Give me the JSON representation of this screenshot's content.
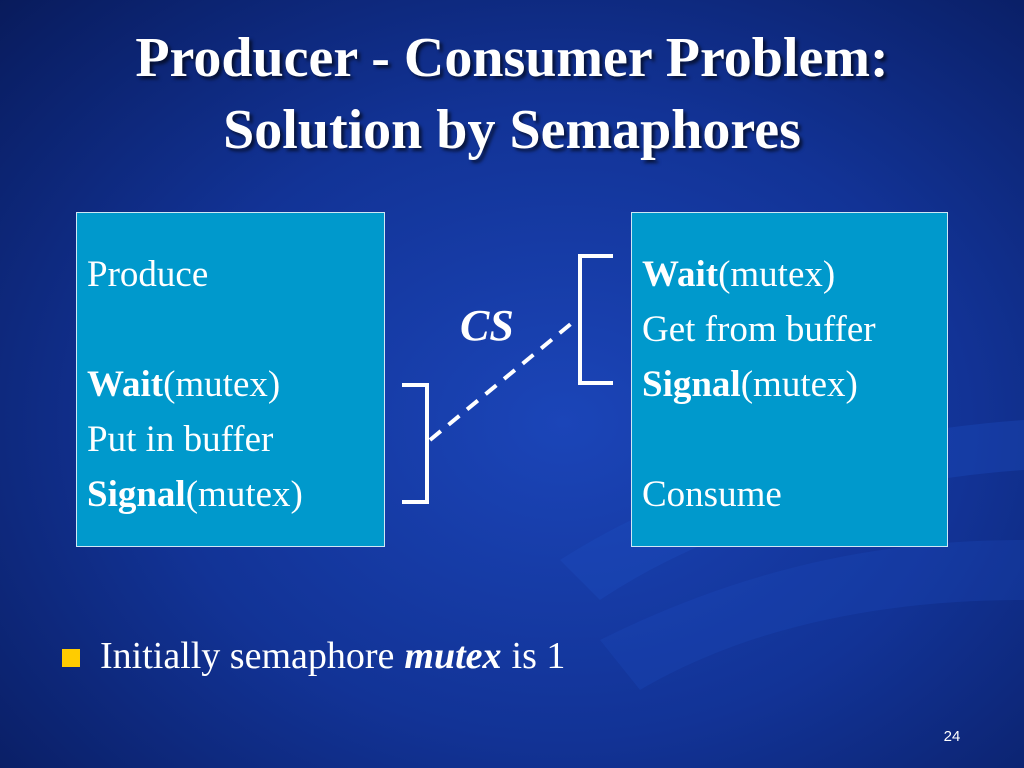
{
  "title": {
    "line1": "Producer - Consumer Problem:",
    "line2": "Solution by Semaphores"
  },
  "producer_box": {
    "lines": [
      {
        "bold": "",
        "normal": "Produce"
      },
      {
        "bold": "",
        "normal": ""
      },
      {
        "bold": "Wait",
        "normal": "(mutex)"
      },
      {
        "bold": "",
        "normal": "Put in buffer"
      },
      {
        "bold": "Signal",
        "normal": "(mutex)"
      }
    ]
  },
  "consumer_box": {
    "lines": [
      {
        "bold": "Wait",
        "normal": "(mutex)"
      },
      {
        "bold": "",
        "normal": "Get from buffer"
      },
      {
        "bold": "Signal",
        "normal": "(mutex)"
      },
      {
        "bold": "",
        "normal": ""
      },
      {
        "bold": "",
        "normal": "Consume"
      }
    ]
  },
  "cs_label": "CS",
  "bullet": {
    "prefix": "Initially semaphore",
    "emphasis": "mutex",
    "suffix": "is 1"
  },
  "page_number": "24",
  "colors": {
    "box_fill": "#0099cc",
    "bullet": "#ffcc00",
    "text": "#ffffff"
  }
}
